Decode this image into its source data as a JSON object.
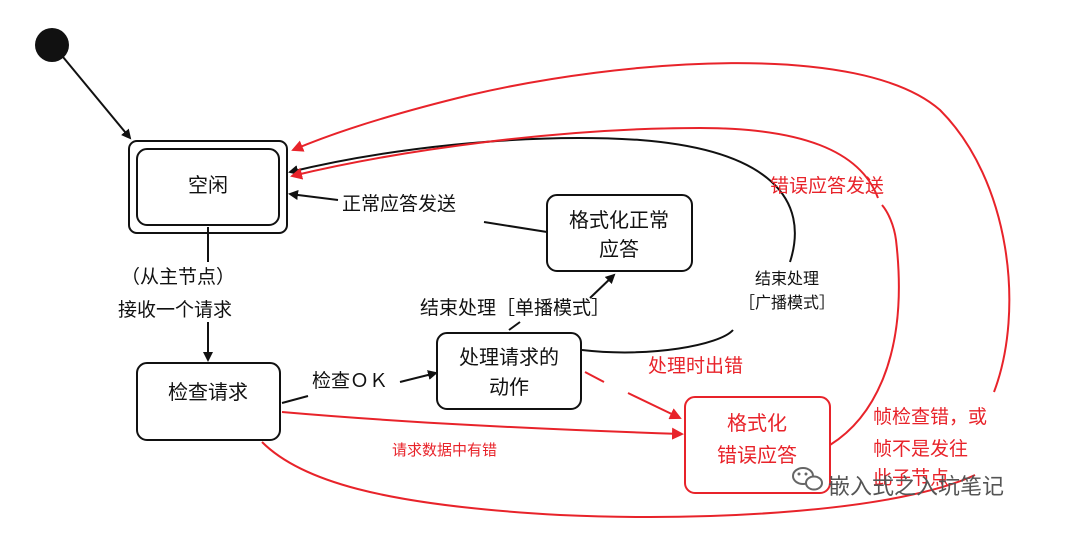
{
  "nodes": {
    "idle": "空闲",
    "check_request": "检查请求",
    "process_action": [
      "处理请求的",
      "动作"
    ],
    "format_normal": [
      "格式化正常",
      "应答"
    ],
    "format_error": [
      "格式化",
      "错误应答"
    ]
  },
  "labels": {
    "receive_request": [
      "（从主节点）",
      "接收一个请求"
    ],
    "check_ok": "检查ＯＫ",
    "end_unicast": "结束处理［单播模式］",
    "normal_reply_send": "正常应答发送",
    "end_broadcast": [
      "结束处理",
      "［广播模式］"
    ],
    "error_reply_send": "错误应答发送",
    "process_error": "处理时出错",
    "request_data_error": "请求数据中有错",
    "frame_error": [
      "帧检查错，或",
      "帧不是发往",
      "此子节点"
    ]
  },
  "watermark": "嵌入式之入坑笔记",
  "colors": {
    "black": "#111111",
    "red": "#e8232a"
  }
}
